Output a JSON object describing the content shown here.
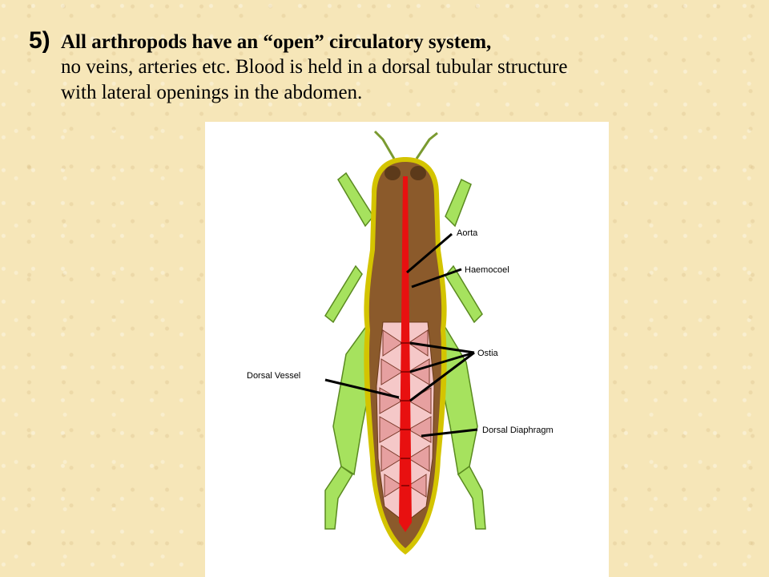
{
  "heading": {
    "number": "5)",
    "bold_text": "All arthropods have an “open” circulatory system,",
    "line2": "no veins, arteries etc. Blood is held in a dorsal tubular structure",
    "line3": "with lateral openings in the abdomen."
  },
  "figure": {
    "labels": {
      "aorta": "Aorta",
      "haemocoel": "Haemocoel",
      "ostia": "Ostia",
      "dorsal_vessel": "Dorsal Vessel",
      "dorsal_diaphragm": "Dorsal Diaphragm"
    },
    "colors": {
      "body": "#8b5a2b",
      "body_outline": "#d4c400",
      "legs": "#a6e25e",
      "vessel": "#e81010",
      "diaphragm": "#f5c8c8"
    }
  }
}
